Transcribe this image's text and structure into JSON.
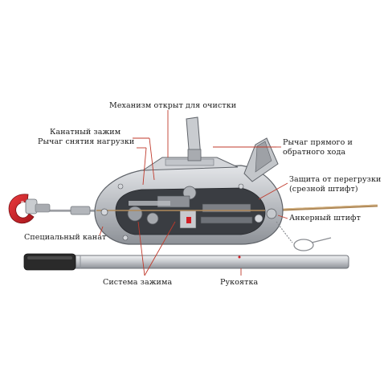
{
  "labels": {
    "mechanism_open": "Механизм открыт для очистки",
    "rope_clamp": "Канатный зажим",
    "release_lever": "Рычаг снятия нагрузки",
    "lever_line1": "Рычаг прямого и",
    "lever_line2": "обратного хода",
    "overload_line1": "Защита от перегрузки",
    "overload_line2": "(срезной штифт)",
    "anchor_pin": "Анкерный штифт",
    "special_rope": "Специальный канат",
    "clamp_system": "Система зажима",
    "handle": "Рукоятка"
  },
  "colors": {
    "leader_line": "#c0392b",
    "hook": "#d21f26",
    "body": "#b9bcc1",
    "body_dark": "#6e7278",
    "rope": "#b08a5a",
    "handle_grip": "#2a2a2a"
  }
}
